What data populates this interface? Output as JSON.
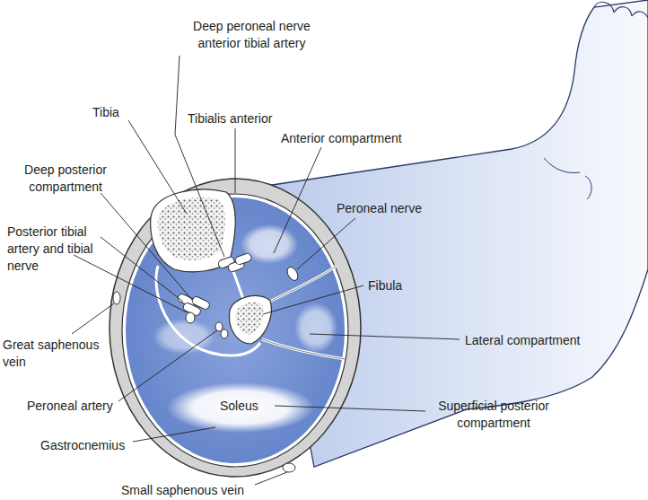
{
  "diagram": {
    "labels": [
      "Deep peroneal nerve anterior tibial artery",
      "Tibia",
      "Tibialis anterior",
      "Anterior compartment",
      "Deep posterior compartment",
      "Peroneal nerve",
      "Posterior tibial artery and tibial nerve",
      "Fibula",
      "Great saphenous vein",
      "Lateral compartment",
      "Peroneal artery",
      "Soleus",
      "Superficial posterior compartment",
      "Gastrocnemius",
      "Small saphenous vein"
    ]
  }
}
